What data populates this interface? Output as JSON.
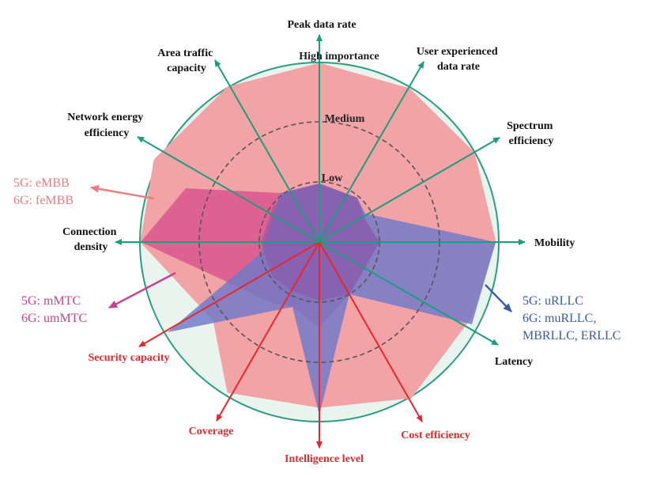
{
  "levels": {
    "high": "High importance",
    "medium": "Medium",
    "low": "Low"
  },
  "axes": [
    {
      "id": "peak-data-rate",
      "lines": [
        "Peak data rate"
      ],
      "color": "#1a9e7e"
    },
    {
      "id": "user-experienced-data-rate",
      "lines": [
        "User experienced",
        "data rate"
      ],
      "color": "#1a9e7e"
    },
    {
      "id": "spectrum-efficiency",
      "lines": [
        "Spectrum",
        "efficiency"
      ],
      "color": "#1a9e7e"
    },
    {
      "id": "mobility",
      "lines": [
        "Mobility"
      ],
      "color": "#1a9e7e"
    },
    {
      "id": "latency",
      "lines": [
        "Latency"
      ],
      "color": "#1a9e7e"
    },
    {
      "id": "cost-efficiency",
      "lines": [
        "Cost efficiency"
      ],
      "color": "#e8262b"
    },
    {
      "id": "intelligence-level",
      "lines": [
        "Intelligence level"
      ],
      "color": "#e8262b"
    },
    {
      "id": "coverage",
      "lines": [
        "Coverage"
      ],
      "color": "#e8262b"
    },
    {
      "id": "security-capacity",
      "lines": [
        "Security capacity"
      ],
      "color": "#e8262b"
    },
    {
      "id": "connection-density",
      "lines": [
        "Connection",
        "density"
      ],
      "color": "#1a9e7e"
    },
    {
      "id": "network-energy-efficiency",
      "lines": [
        "Network energy",
        "efficiency"
      ],
      "color": "#1a9e7e"
    },
    {
      "id": "area-traffic-capacity",
      "lines": [
        "Area traffic",
        "capacity"
      ],
      "color": "#1a9e7e"
    }
  ],
  "legend": {
    "embb": {
      "lines": [
        "5G: eMBB",
        "6G: feMBB"
      ],
      "color": "#ee7b7f"
    },
    "mmtc": {
      "lines": [
        "5G: mMTC",
        "6G: umMTC"
      ],
      "color": "#cc3e8f"
    },
    "urllc": {
      "lines": [
        "5G: uRLLC",
        "6G: muRLLC,",
        "MBRLLC, ERLLC"
      ],
      "color": "#3a5ba8"
    }
  },
  "colors": {
    "outer_circle": "#2a9d82",
    "outer_fill": "#e9f4ef",
    "embb_fill": "#f2a3a5",
    "mmtc_fill": "#d94f8c",
    "urllc_fill": "#6f79c8",
    "low_fill": "#8c52a5",
    "dashed": "#555555",
    "green_axis": "#1a9e7e",
    "red_axis": "#e8262b"
  }
}
